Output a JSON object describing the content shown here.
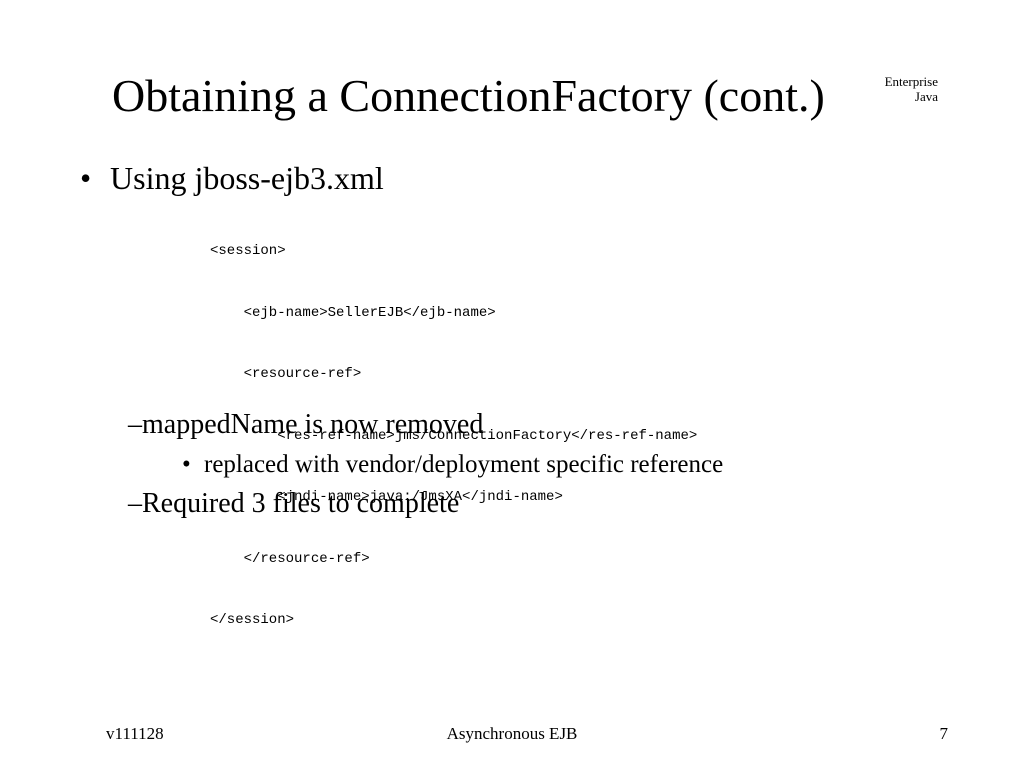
{
  "slide": {
    "title": "Obtaining a ConnectionFactory (cont.)",
    "corner_line1": "Enterprise",
    "corner_line2": "Java",
    "bullet_char": "•",
    "bullet1": "Using jboss-ejb3.xml",
    "code_lines": [
      "<session>",
      "    <ejb-name>SellerEJB</ejb-name>",
      "    <resource-ref>",
      "        <res-ref-name>jms/ConnectionFactory</res-ref-name>",
      "        <jndi-name>java:/JmsXA</jndi-name>",
      "    </resource-ref>",
      "</session>"
    ],
    "sub1": "–mappedName is now removed",
    "subsub1": "replaced with vendor/deployment specific reference",
    "sub2": "–Required 3 files to complete"
  },
  "footer": {
    "version": "v111128",
    "center": "Asynchronous EJB",
    "page": "7"
  }
}
